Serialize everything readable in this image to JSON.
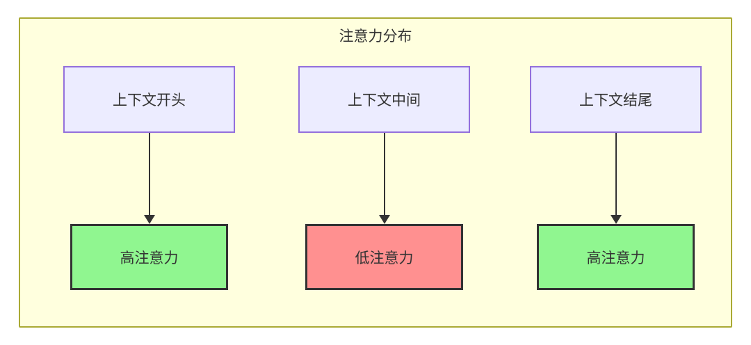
{
  "diagram": {
    "title": "注意力分布",
    "columns": [
      {
        "source_label": "上下文开头",
        "target_label": "高注意力",
        "attention_level": "high",
        "fill": "#90f690"
      },
      {
        "source_label": "上下文中间",
        "target_label": "低注意力",
        "attention_level": "low",
        "fill": "#ff9090"
      },
      {
        "source_label": "上下文结尾",
        "target_label": "高注意力",
        "attention_level": "high",
        "fill": "#90f690"
      }
    ]
  },
  "colors": {
    "page_bg": "#ffffff",
    "container_bg": "#ffffde",
    "container_border": "#aaaa33",
    "source_fill": "#ececff",
    "source_border": "#9370db",
    "target_border": "#333333",
    "arrow_color": "#333333",
    "text_color": "#333333"
  }
}
